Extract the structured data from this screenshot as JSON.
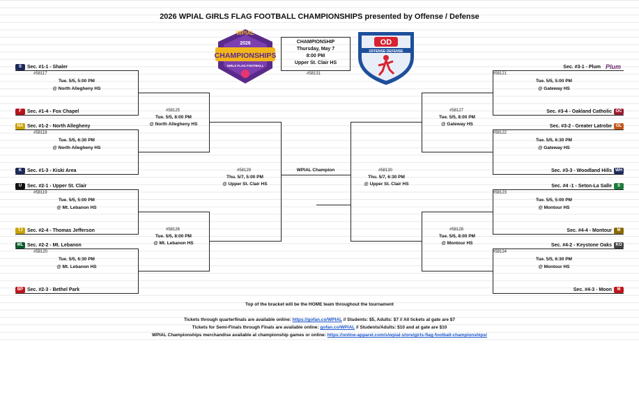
{
  "title": "2026 WPIAL GIRLS FLAG FOOTBALL CHAMPIONSHIPS presented by Offense / Defense",
  "logo_left": {
    "top": "WPIAL",
    "year": "2026",
    "main": "CHAMPIONSHIPS",
    "sub": "GIRLS FLAG FOOTBALL"
  },
  "logo_right": {
    "letters": "OD",
    "text": "OFFENSE·DEFENSE"
  },
  "championship": {
    "l1": "CHAMPIONSHIP",
    "l2": "Thursday, May 7",
    "l3": "8:00 PM",
    "l4": "Upper St. Clair HS",
    "game": "#58131"
  },
  "champion_label": "WPIAL Champion",
  "left": {
    "teams": [
      "Sec. #1-1 - Shaler",
      "Sec. #1-4 - Fox Chapel",
      "Sec. #1-2 - North Allegheny",
      "Sec. #1-3 - Kiski Area",
      "Sec. #2-1 - Upper St. Clair",
      "Sec. #2-4 - Thomas Jefferson",
      "Sec. #2-2 - Mt. Lebanon",
      "Sec. #2-3 - Bethel Park"
    ],
    "r1": [
      {
        "game": "#58117",
        "time": "Tue. 5/5, 5:00 PM",
        "site": "@ North Allegheny HS"
      },
      {
        "game": "#58118",
        "time": "Tue. 5/5, 6:30 PM",
        "site": "@ North Allegheny HS"
      },
      {
        "game": "#58119",
        "time": "Tue. 5/5, 5:00 PM",
        "site": "@ Mt. Lebanon HS"
      },
      {
        "game": "#58120",
        "time": "Tue. 5/5, 6:30 PM",
        "site": "@ Mt. Lebanon HS"
      }
    ],
    "r2": [
      {
        "game": "#58125",
        "time": "Tue. 5/5, 8:00 PM",
        "site": "@ North Allegheny HS"
      },
      {
        "game": "#58126",
        "time": "Tue. 5/5, 8:00 PM",
        "site": "@ Mt. Lebanon HS"
      }
    ],
    "sf": {
      "game": "#58129",
      "time": "Thu. 5/7, 5:00 PM",
      "site": "@ Upper St. Clair HS"
    }
  },
  "right": {
    "teams": [
      "Sec. #3-1 - Plum",
      "Sec. #3-4 - Oakland Catholic",
      "Sec. #3-2 - Greater Latrobe",
      "Sec. #3-3 - Woodland Hills",
      "Sec. #4 -1 - Seton-La Salle",
      "Sec. #4-4 - Montour",
      "Sec. #4-2 - Keystone Oaks",
      "Sec. #4-3 - Moon"
    ],
    "r1": [
      {
        "game": "#58121",
        "time": "Tue. 5/5, 5:00 PM",
        "site": "@ Gateway HS"
      },
      {
        "game": "#58122",
        "time": "Tue. 5/5, 6:30 PM",
        "site": "@ Gateway HS"
      },
      {
        "game": "#58123",
        "time": "Tue. 5/5, 5:00 PM",
        "site": "@ Montour HS"
      },
      {
        "game": "#58124",
        "time": "Tue. 5/5, 6:30 PM",
        "site": "@ Montour HS"
      }
    ],
    "r2": [
      {
        "game": "#58127",
        "time": "Tue. 5/5, 8:00 PM",
        "site": "@ Gateway HS"
      },
      {
        "game": "#58128",
        "time": "Tue. 5/5, 8:00 PM",
        "site": "@ Montour HS"
      }
    ],
    "sf": {
      "game": "#58130",
      "time": "Thu. 5/7, 6:30 PM",
      "site": "@ Upper St. Clair HS"
    }
  },
  "icons": {
    "left": [
      {
        "txt": "S",
        "c": "#1c2a5a"
      },
      {
        "txt": "F",
        "c": "#b5121b"
      },
      {
        "txt": "NA",
        "c": "#c8a200"
      },
      {
        "txt": "K",
        "c": "#1c2a5a"
      },
      {
        "txt": "U",
        "c": "#111111"
      },
      {
        "txt": "TJ",
        "c": "#c8a200"
      },
      {
        "txt": "ML",
        "c": "#0c5a2a"
      },
      {
        "txt": "BP",
        "c": "#c0161b"
      }
    ],
    "right": [
      {
        "txt": "Plum",
        "c": "#6b2a6b"
      },
      {
        "txt": "OC",
        "c": "#9b1b2f"
      },
      {
        "txt": "GL",
        "c": "#c4561b"
      },
      {
        "txt": "WH",
        "c": "#1c2a5a"
      },
      {
        "txt": "S",
        "c": "#1c7a3a"
      },
      {
        "txt": "M",
        "c": "#8a6a00"
      },
      {
        "txt": "KO",
        "c": "#444444"
      },
      {
        "txt": "M",
        "c": "#c0161b"
      }
    ]
  },
  "footer": {
    "home": "Top of the bracket will be the HOME team throughout the tournament",
    "l1_pre": "Tickets through quarterfinals are available online:",
    "l1_link": "https://gofan.co/WPIAL",
    "l1_post": "// Students: $5, Adults: $7 // All tickets at gate are $7",
    "l2_pre": "Tickets for Semi-Finals through Finals are available online:",
    "l2_link": "gofan.co/WPIAL",
    "l2_post": "// Students/Adults: $10 and at gate are $10",
    "l3_pre": "WPIAL Championships merchandise available at championship games or online:",
    "l3_link": "https://online-apparel.com/s/wpial-store/girls-flag-football-championships/"
  }
}
